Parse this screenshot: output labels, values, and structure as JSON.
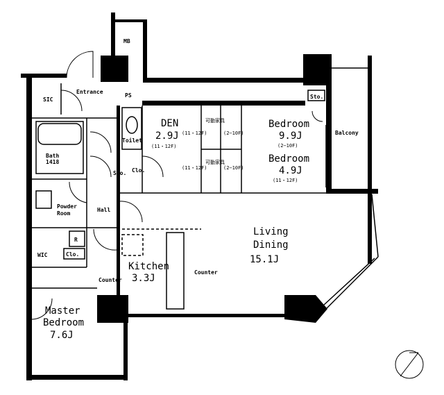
{
  "rooms": {
    "mb": "MB",
    "ps": "PS",
    "sic": "SIC",
    "entrance": "Entrance",
    "toilet": "Toilet",
    "bath": "Bath",
    "bath_size": "1418",
    "powder": "Powder",
    "powder2": "Room",
    "hall": "Hall",
    "sto_hall": "Sto.",
    "clo_hall": "Clo.",
    "wic": "WIC",
    "r": "R",
    "clo_wic": "Clo.",
    "counter_left": "Counter",
    "counter_right": "Counter",
    "kitchen": "Kitchen",
    "kitchen_size": "3.3J",
    "living": "Living",
    "dining": "Dining",
    "living_size": "15.1J",
    "master": "Master",
    "master2": "Bedroom",
    "master_size": "7.6J",
    "den": "DEN",
    "den_size": "2.9J",
    "den_floors": "(11・12F)",
    "movable_furniture": "可動家具",
    "floors_a": "(11・12F)",
    "floors_b": "(2−10F)",
    "bedroom1": "Bedroom",
    "bedroom1_size": "9.9J",
    "bedroom1_floors": "(2−10F)",
    "bedroom2": "Bedroom",
    "bedroom2_size": "4.9J",
    "bedroom2_floors": "(11・12F)",
    "sto_balcony": "Sto.",
    "balcony": "Balcony"
  },
  "compass": "north-arrow-icon"
}
